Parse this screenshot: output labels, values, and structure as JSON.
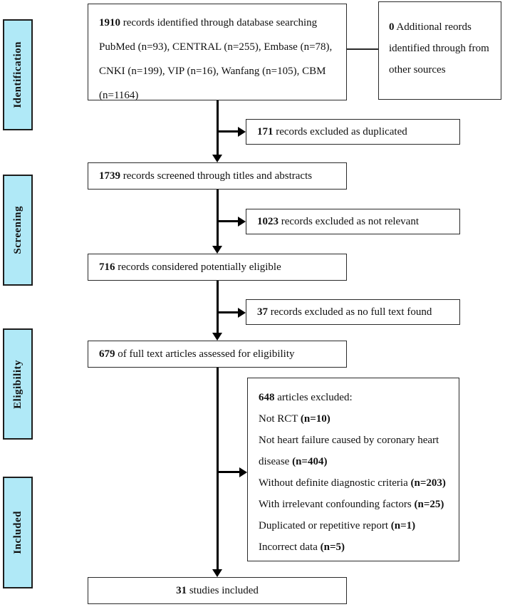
{
  "diagram": {
    "stages": [
      {
        "label": "Identification"
      },
      {
        "label": "Screening"
      },
      {
        "label": "Eligibility"
      },
      {
        "label": "Included"
      }
    ],
    "colors": {
      "stage_fill": "#b0e9f7",
      "line": "#000000"
    },
    "boxes": {
      "identified": {
        "segments": [
          {
            "text": "1910",
            "bold": true
          },
          {
            "text": " records identified through database searching PubMed (n=93), CENTRAL (n=255), Embase (n=78), CNKI (n=199), VIP (n=16), Wanfang (n=105), CBM (n=1164)",
            "bold": false
          }
        ]
      },
      "additional": {
        "segments": [
          {
            "text": "0",
            "bold": true
          },
          {
            "text": " Additional reords identified through from other sources",
            "bold": false
          }
        ]
      },
      "duplicated": {
        "segments": [
          {
            "text": "171",
            "bold": true
          },
          {
            "text": " records excluded as duplicated",
            "bold": false
          }
        ]
      },
      "screened": {
        "segments": [
          {
            "text": "1739",
            "bold": true
          },
          {
            "text": " records screened through titles and abstracts",
            "bold": false
          }
        ]
      },
      "not_relevant": {
        "segments": [
          {
            "text": "1023",
            "bold": true
          },
          {
            "text": " records excluded as not relevant",
            "bold": false
          }
        ]
      },
      "eligible": {
        "segments": [
          {
            "text": "716",
            "bold": true
          },
          {
            "text": " records considered potentially eligible",
            "bold": false
          }
        ]
      },
      "no_fulltext": {
        "segments": [
          {
            "text": "37",
            "bold": true
          },
          {
            "text": " records excluded as no full text found",
            "bold": false
          }
        ]
      },
      "assessed": {
        "segments": [
          {
            "text": "679",
            "bold": true
          },
          {
            "text": " of full text articles assessed for eligibility",
            "bold": false
          }
        ]
      },
      "excluded_full": {
        "lines": [
          {
            "segments": [
              {
                "text": "648",
                "bold": true
              },
              {
                "text": " articles excluded:",
                "bold": false
              }
            ]
          },
          {
            "segments": [
              {
                "text": "Not RCT ",
                "bold": false
              },
              {
                "text": "(n=10)",
                "bold": true
              }
            ]
          },
          {
            "segments": [
              {
                "text": "Not heart failure caused by coronary heart disease ",
                "bold": false
              },
              {
                "text": "(n=404)",
                "bold": true
              }
            ]
          },
          {
            "segments": [
              {
                "text": "Without definite diagnostic criteria ",
                "bold": false
              },
              {
                "text": "(n=203)",
                "bold": true
              }
            ]
          },
          {
            "segments": [
              {
                "text": "With irrelevant confounding factors ",
                "bold": false
              },
              {
                "text": "(n=25)",
                "bold": true
              }
            ]
          },
          {
            "segments": [
              {
                "text": "Duplicated or repetitive report ",
                "bold": false
              },
              {
                "text": "(n=1)",
                "bold": true
              }
            ]
          },
          {
            "segments": [
              {
                "text": "Incorrect data ",
                "bold": false
              },
              {
                "text": "(n=5)",
                "bold": true
              }
            ]
          }
        ]
      },
      "included_studies": {
        "segments": [
          {
            "text": "31",
            "bold": true
          },
          {
            "text": " studies included",
            "bold": false
          }
        ]
      }
    }
  }
}
